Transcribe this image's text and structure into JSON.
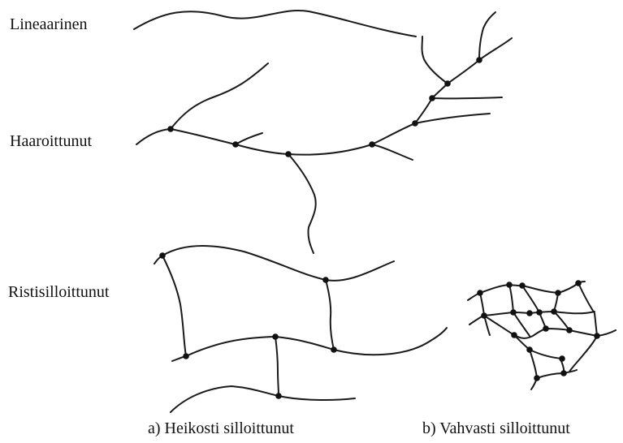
{
  "labels": {
    "linear": "Lineaarinen",
    "branched": "Haaroittunut",
    "crosslinked": "Ristisilloittunut",
    "caption_a": "a) Heikosti silloittunut",
    "caption_b": "b) Vahvasti silloittunut"
  },
  "colors": {
    "line": "#1a1a1a",
    "node": "#111111",
    "background": "#ffffff"
  }
}
